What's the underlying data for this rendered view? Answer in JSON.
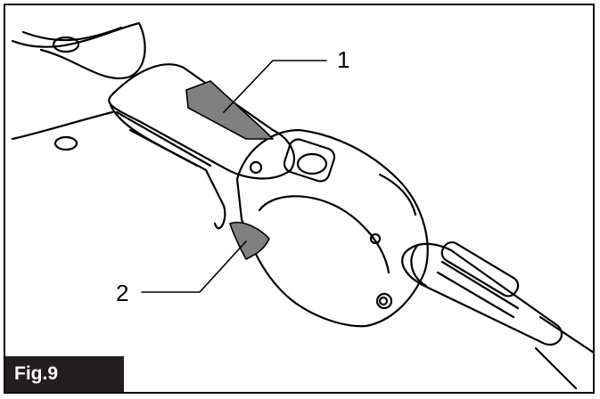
{
  "figure": {
    "label": "Fig.9",
    "callouts": [
      {
        "id": "1",
        "text": "1"
      },
      {
        "id": "2",
        "text": "2"
      }
    ]
  },
  "colors": {
    "line": "#000000",
    "part_fill": "#808080",
    "label_bg": "#231f20",
    "label_text": "#ffffff"
  }
}
